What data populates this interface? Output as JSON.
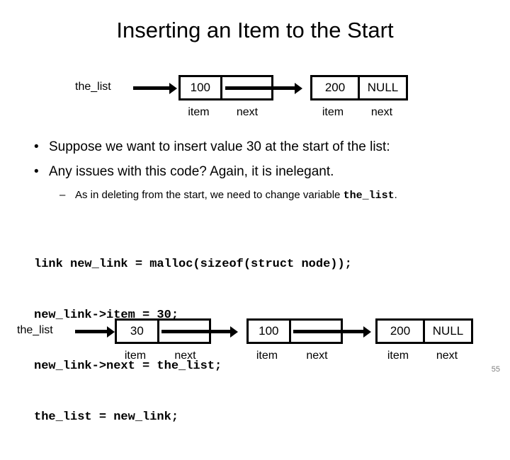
{
  "slide": {
    "title": "Inserting an Item to the Start",
    "page_number": "55"
  },
  "diagram_top": {
    "pointer_label": "the_list",
    "nodes": [
      {
        "item_value": "100",
        "next_value": "",
        "item_caption": "item",
        "next_caption": "next",
        "next_is_pointer": true
      },
      {
        "item_value": "200",
        "next_value": "NULL",
        "item_caption": "item",
        "next_caption": "next",
        "next_is_pointer": false
      }
    ]
  },
  "bullets": {
    "items": [
      {
        "marker": "•",
        "text": "Suppose we want to insert value 30 at the start of the list:"
      },
      {
        "marker": "•",
        "text": "Any issues with this code? Again, it is inelegant."
      }
    ],
    "sub": {
      "marker": "–",
      "text_before": "As in deleting from the start, we need to change variable ",
      "code": "the_list",
      "text_after": "."
    }
  },
  "code": {
    "lines": [
      "link new_link = malloc(sizeof(struct node));",
      "new_link->item = 30;",
      "new_link->next = the_list;",
      "the_list = new_link;"
    ]
  },
  "diagram_bottom": {
    "pointer_label": "the_list",
    "nodes": [
      {
        "item_value": "30",
        "next_value": "",
        "item_caption": "item",
        "next_caption": "next",
        "next_is_pointer": true
      },
      {
        "item_value": "100",
        "next_value": "",
        "item_caption": "item",
        "next_caption": "next",
        "next_is_pointer": true
      },
      {
        "item_value": "200",
        "next_value": "NULL",
        "item_caption": "item",
        "next_caption": "next",
        "next_is_pointer": false
      }
    ]
  },
  "colors": {
    "ink": "#000000",
    "background": "#ffffff",
    "page_number": "#808080"
  }
}
